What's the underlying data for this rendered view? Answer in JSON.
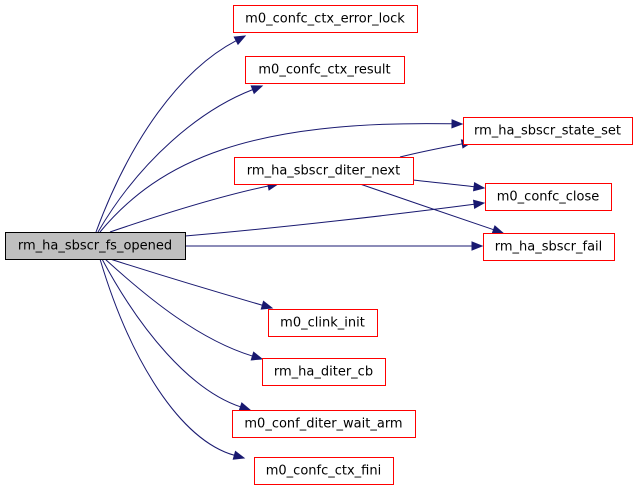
{
  "diagram": {
    "type": "call-graph",
    "colors": {
      "edge": "#191970",
      "node_border": "#ff0000",
      "root_fill": "#bfbfbf",
      "root_border": "#000000"
    },
    "root": {
      "id": "root",
      "label": "rm_ha_sbscr_fs_opened"
    },
    "nodes": [
      {
        "id": "error_lock",
        "label": "m0_confc_ctx_error_lock"
      },
      {
        "id": "ctx_result",
        "label": "m0_confc_ctx_result"
      },
      {
        "id": "state_set",
        "label": "rm_ha_sbscr_state_set"
      },
      {
        "id": "diter_next",
        "label": "rm_ha_sbscr_diter_next"
      },
      {
        "id": "confc_close",
        "label": "m0_confc_close"
      },
      {
        "id": "sbscr_fail",
        "label": "rm_ha_sbscr_fail"
      },
      {
        "id": "clink_init",
        "label": "m0_clink_init"
      },
      {
        "id": "diter_cb",
        "label": "rm_ha_diter_cb"
      },
      {
        "id": "wait_arm",
        "label": "m0_conf_diter_wait_arm"
      },
      {
        "id": "ctx_fini",
        "label": "m0_confc_ctx_fini"
      }
    ],
    "edges": [
      {
        "from": "root",
        "to": "error_lock"
      },
      {
        "from": "root",
        "to": "ctx_result"
      },
      {
        "from": "root",
        "to": "state_set"
      },
      {
        "from": "root",
        "to": "diter_next"
      },
      {
        "from": "root",
        "to": "confc_close"
      },
      {
        "from": "root",
        "to": "sbscr_fail"
      },
      {
        "from": "root",
        "to": "clink_init"
      },
      {
        "from": "root",
        "to": "diter_cb"
      },
      {
        "from": "root",
        "to": "wait_arm"
      },
      {
        "from": "root",
        "to": "ctx_fini"
      },
      {
        "from": "diter_next",
        "to": "state_set"
      },
      {
        "from": "diter_next",
        "to": "confc_close"
      },
      {
        "from": "diter_next",
        "to": "sbscr_fail"
      }
    ]
  }
}
